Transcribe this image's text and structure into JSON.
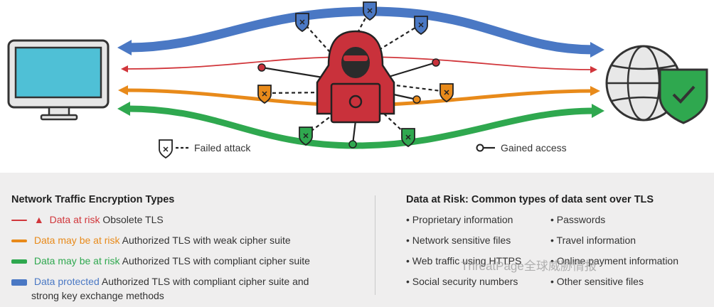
{
  "diagram": {
    "failed_attack_label": "Failed attack",
    "gained_access_label": "Gained access",
    "colors": {
      "blue": "#4a78c4",
      "red": "#d1363b",
      "orange": "#e88a1a",
      "green": "#2fa84f",
      "hacker": "#c9313b",
      "screen": "#4fc0d6"
    }
  },
  "legend": {
    "title": "Network Traffic Encryption Types",
    "items": [
      {
        "risk": "Data at risk",
        "desc": "Obsolete TLS"
      },
      {
        "risk": "Data may be at risk",
        "desc": "Authorized TLS with weak cipher suite"
      },
      {
        "risk": "Data may be at risk",
        "desc": "Authorized TLS with compliant cipher suite"
      },
      {
        "risk": "Data protected",
        "desc": "Authorized TLS with compliant cipher suite and",
        "desc2": "strong key exchange methods"
      }
    ]
  },
  "data_at_risk": {
    "title_bold": "Data at Risk:",
    "title_rest": "Common types of data sent over TLS",
    "col1": [
      "Proprietary information",
      "Network sensitive files",
      "Web traffic using HTTPS",
      "Social security numbers"
    ],
    "col2": [
      "Passwords",
      "Travel information",
      "Online payment information",
      "Other sensitive files"
    ]
  },
  "watermark": "ThreatPage全球威胁情报"
}
